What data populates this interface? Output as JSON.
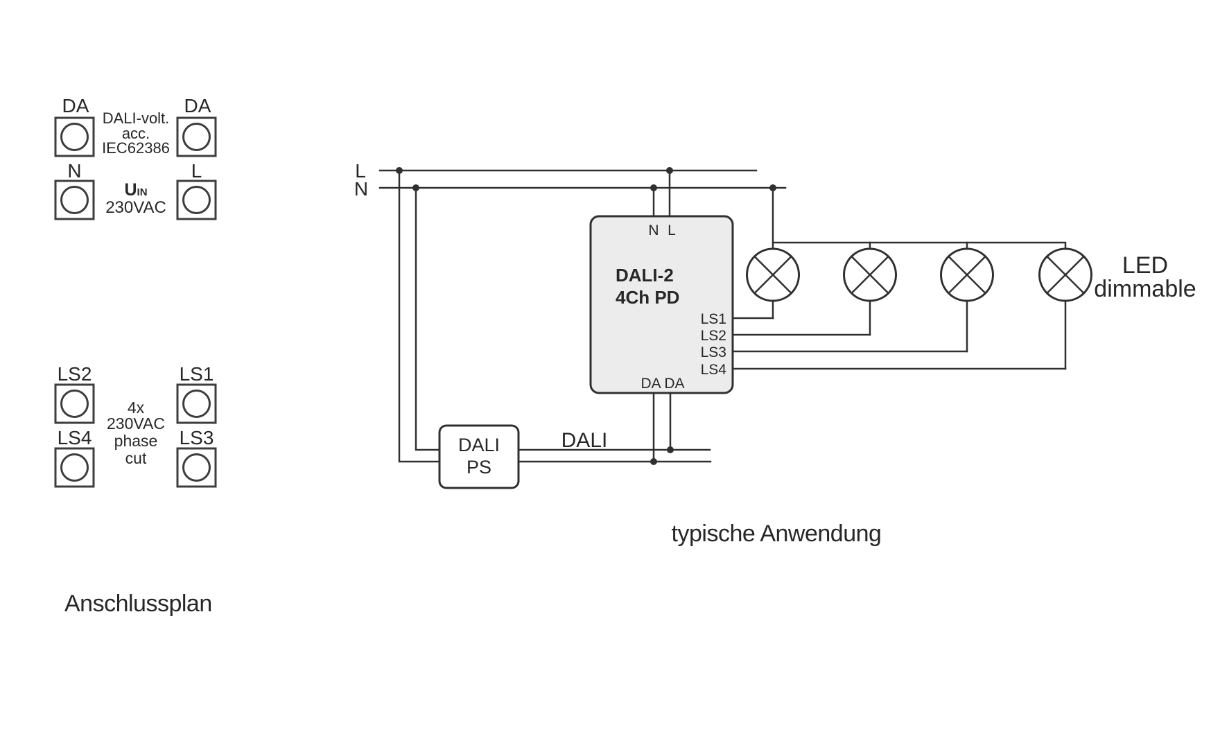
{
  "captions": {
    "anschlussplan": "Anschlussplan",
    "typische_anwendung": "typische Anwendung"
  },
  "terminal_panel": {
    "dali_group": {
      "left": "DA",
      "right": "DA",
      "note1": "DALI-volt.",
      "note2": "acc.",
      "note3": "IEC62386"
    },
    "mains_group": {
      "left": "N",
      "right": "L",
      "u": "U",
      "u_sub": "IN",
      "voltage": "230VAC"
    },
    "ls_group": {
      "top_left": "LS2",
      "top_right": "LS1",
      "bottom_left": "LS4",
      "bottom_right": "LS3",
      "note1": "4x",
      "note2": "230VAC",
      "note3": "phase",
      "note4": "cut"
    }
  },
  "diagram": {
    "mains": {
      "l": "L",
      "n": "N"
    },
    "device": {
      "title1": "DALI-2",
      "title2": "4Ch PD",
      "in_n": "N",
      "in_l": "L",
      "outputs": [
        "LS1",
        "LS2",
        "LS3",
        "LS4"
      ],
      "da_terminals": "DA DA"
    },
    "psu": {
      "line1": "DALI",
      "line2": "PS"
    },
    "bus_label": "DALI",
    "load": {
      "line1": "LED",
      "line2": "dimmable"
    }
  },
  "colors": {
    "line": "#303030",
    "text": "#272727",
    "device_fill": "#ececec",
    "background": "#ffffff"
  }
}
